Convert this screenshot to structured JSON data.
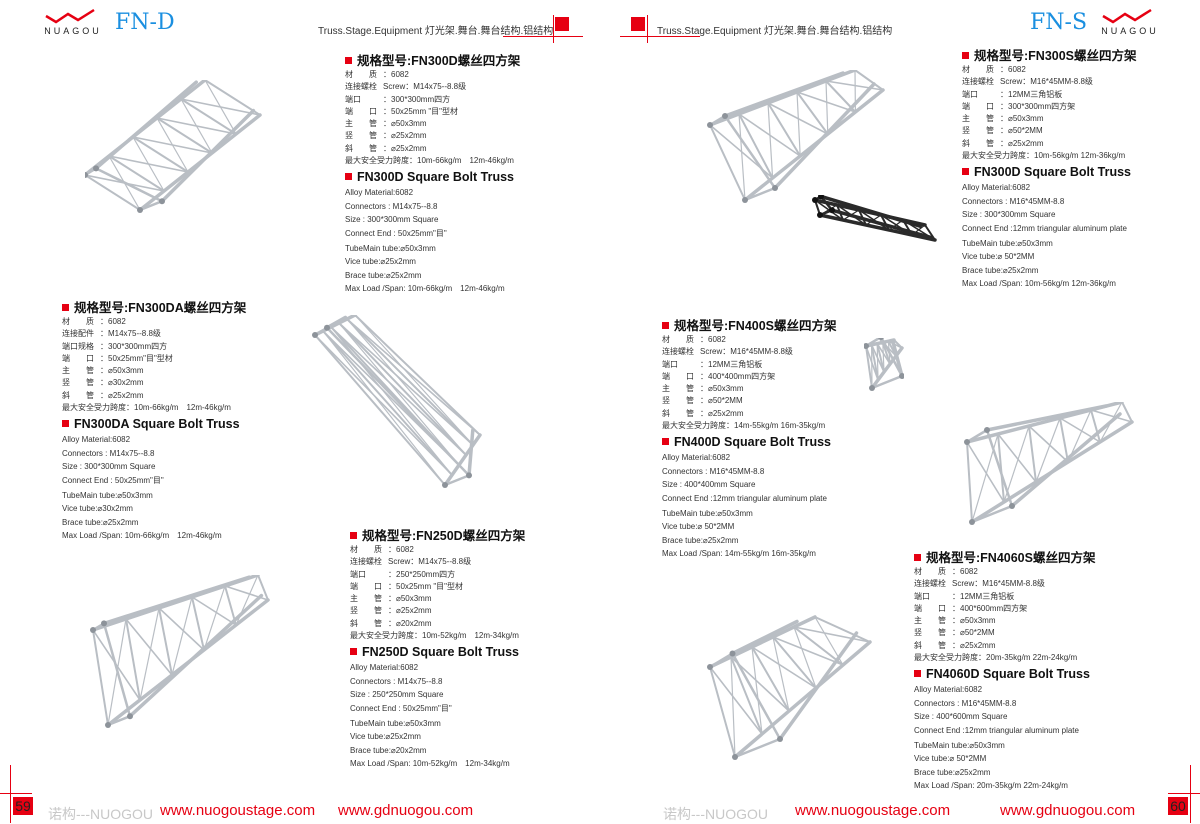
{
  "header": {
    "logo_text": "NUAGOU",
    "left_series": "FN-D",
    "right_series": "FN-S",
    "tagline": "Truss.Stage.Equipment 灯光架.舞台.舞台结构.铝结构"
  },
  "colors": {
    "accent": "#e60012",
    "series_blue": "#1a8fe0",
    "truss_silver": "#b9bec4"
  },
  "products": [
    {
      "cn_title": "规格型号:FN300D螺丝四方架",
      "cn_specs": [
        [
          "材　　质",
          "：6082"
        ],
        [
          "连接螺栓",
          "Screw：M14x75--8.8级"
        ],
        [
          "端口",
          "：300*300mm四方"
        ],
        [
          "端　　口",
          "：50x25mm \"目\"型材"
        ],
        [
          "主　　管",
          "：⌀50x3mm"
        ],
        [
          "竖　　管",
          "：⌀25x2mm"
        ],
        [
          "斜　　管",
          "：⌀25x2mm"
        ],
        [
          "最大安全受力跨度",
          "：10m-66kg/m　12m-46kg/m"
        ]
      ],
      "en_title": "FN300D Square Bolt Truss",
      "en_specs": [
        "Alloy Material:6082",
        "Connectors : M14x75--8.8",
        "Size : 300*300mm Square",
        "Connect End : 50x25mm\"目\"",
        "TubeMain tube:⌀50x3mm",
        "Vice tube:⌀25x2mm",
        "Brace tube:⌀25x2mm",
        "Max Load /Span: 10m-66kg/m　12m-46kg/m"
      ]
    },
    {
      "cn_title": "规格型号:FN300DA螺丝四方架",
      "cn_specs": [
        [
          "材　　质",
          "：6082"
        ],
        [
          "连接配件",
          "：M14x75--8.8级"
        ],
        [
          "端口规格",
          "：300*300mm四方"
        ],
        [
          "端　　口",
          "：50x25mm\"目\"型材"
        ],
        [
          "主　　管",
          "：⌀50x3mm"
        ],
        [
          "竖　　管",
          "：⌀30x2mm"
        ],
        [
          "斜　　管",
          "：⌀25x2mm"
        ],
        [
          "最大安全受力跨度",
          "：10m-66kg/m　12m-46kg/m"
        ]
      ],
      "en_title": "FN300DA Square Bolt Truss",
      "en_specs": [
        "Alloy Material:6082",
        "Connectors : M14x75--8.8",
        "Size : 300*300mm Square",
        "Connect End : 50x25mm\"目\"",
        "TubeMain tube:⌀50x3mm",
        "Vice tube:⌀30x2mm",
        "Brace tube:⌀25x2mm",
        "Max Load /Span: 10m-66kg/m　12m-46kg/m"
      ]
    },
    {
      "cn_title": "规格型号:FN250D螺丝四方架",
      "cn_specs": [
        [
          "材　　质",
          "：6082"
        ],
        [
          "连接螺栓",
          "Screw：M14x75--8.8级"
        ],
        [
          "端口",
          "：250*250mm四方"
        ],
        [
          "端　　口",
          "：50x25mm \"目\"型材"
        ],
        [
          "主　　管",
          "：⌀50x3mm"
        ],
        [
          "竖　　管",
          "：⌀25x2mm"
        ],
        [
          "斜　　管",
          "：⌀20x2mm"
        ],
        [
          "最大安全受力跨度",
          "：10m-52kg/m　12m-34kg/m"
        ]
      ],
      "en_title": "FN250D Square Bolt Truss",
      "en_specs": [
        "Alloy Material:6082",
        "Connectors : M14x75--8.8",
        "Size : 250*250mm Square",
        "Connect End : 50x25mm\"目\"",
        "TubeMain tube:⌀50x3mm",
        "Vice tube:⌀25x2mm",
        "Brace tube:⌀20x2mm",
        "Max Load /Span: 10m-52kg/m　12m-34kg/m"
      ]
    },
    {
      "cn_title": "规格型号:FN300S螺丝四方架",
      "cn_specs": [
        [
          "材　　质",
          "：6082"
        ],
        [
          "连接螺栓",
          "Screw：M16*45MM-8.8级"
        ],
        [
          "端口",
          "：12MM三角铝板"
        ],
        [
          "端　　口",
          "：300*300mm四方架"
        ],
        [
          "主　　管",
          "：⌀50x3mm"
        ],
        [
          "竖　　管",
          "：⌀50*2MM"
        ],
        [
          "斜　　管",
          "：⌀25x2mm"
        ],
        [
          "最大安全受力跨度",
          "：10m-56kg/m 12m-36kg/m"
        ]
      ],
      "en_title": "FN300D Square Bolt Truss",
      "en_specs": [
        "Alloy Material:6082",
        "Connectors : M16*45MM-8.8",
        "Size : 300*300mm Square",
        "Connect End :12mm triangular aluminum plate",
        "TubeMain tube:⌀50x3mm",
        "Vice tube:⌀ 50*2MM",
        "Brace tube:⌀25x2mm",
        "Max Load /Span: 10m-56kg/m 12m-36kg/m"
      ]
    },
    {
      "cn_title": "规格型号:FN400S螺丝四方架",
      "cn_specs": [
        [
          "材　　质",
          "：6082"
        ],
        [
          "连接螺栓",
          "Screw：M16*45MM-8.8级"
        ],
        [
          "端口",
          "：12MM三角铝板"
        ],
        [
          "端　　口",
          "：400*400mm四方架"
        ],
        [
          "主　　管",
          "：⌀50x3mm"
        ],
        [
          "竖　　管",
          "：⌀50*2MM"
        ],
        [
          "斜　　管",
          "：⌀25x2mm"
        ],
        [
          "最大安全受力跨度",
          "：14m-55kg/m 16m-35kg/m"
        ]
      ],
      "en_title": "FN400D Square Bolt Truss",
      "en_specs": [
        "Alloy Material:6082",
        "Connectors : M16*45MM-8.8",
        "Size : 400*400mm Square",
        "Connect End :12mm triangular aluminum plate",
        "TubeMain tube:⌀50x3mm",
        "Vice tube:⌀ 50*2MM",
        "Brace tube:⌀25x2mm",
        "Max Load /Span: 14m-55kg/m 16m-35kg/m"
      ]
    },
    {
      "cn_title": "规格型号:FN4060S螺丝四方架",
      "cn_specs": [
        [
          "材　　质",
          "：6082"
        ],
        [
          "连接螺栓",
          "Screw：M16*45MM-8.8级"
        ],
        [
          "端口",
          "：12MM三角铝板"
        ],
        [
          "端　　口",
          "：400*600mm四方架"
        ],
        [
          "主　　管",
          "：⌀50x3mm"
        ],
        [
          "竖　　管",
          "：⌀50*2MM"
        ],
        [
          "斜　　管",
          "：⌀25x2mm"
        ],
        [
          "最大安全受力跨度",
          "：20m-35kg/m 22m-24kg/m"
        ]
      ],
      "en_title": "FN4060D Square Bolt Truss",
      "en_specs": [
        "Alloy Material:6082",
        "Connectors : M16*45MM-8.8",
        "Size : 400*600mm Square",
        "Connect End :12mm triangular aluminum plate",
        "TubeMain tube:⌀50x3mm",
        "Vice tube:⌀ 50*2MM",
        "Brace tube:⌀25x2mm",
        "Max Load /Span: 20m-35kg/m 22m-24kg/m"
      ]
    }
  ],
  "footer": {
    "left_page": "59",
    "right_page": "60",
    "brand": "诺构---NUOGOU",
    "url1": "www.nuogoustage.com",
    "url2": "www.gdnuogou.com"
  }
}
